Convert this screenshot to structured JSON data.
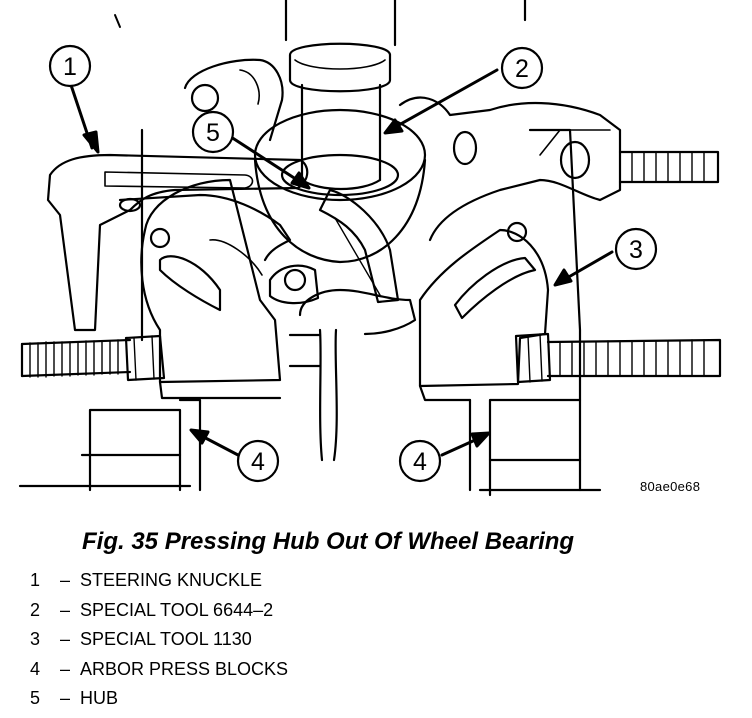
{
  "figure": {
    "reference_code": "80ae0e68",
    "callouts": [
      {
        "id": "1",
        "label": "1"
      },
      {
        "id": "2",
        "label": "2"
      },
      {
        "id": "3",
        "label": "3"
      },
      {
        "id": "4a",
        "label": "4"
      },
      {
        "id": "4b",
        "label": "4"
      },
      {
        "id": "5",
        "label": "5"
      }
    ]
  },
  "caption": "Fig. 35 Pressing Hub Out Of Wheel Bearing",
  "legend": [
    {
      "number": "1",
      "separator": "–",
      "text": "STEERING KNUCKLE"
    },
    {
      "number": "2",
      "separator": "–",
      "text": "SPECIAL TOOL 6644–2"
    },
    {
      "number": "3",
      "separator": "–",
      "text": "SPECIAL TOOL 1130"
    },
    {
      "number": "4",
      "separator": "–",
      "text": "ARBOR PRESS BLOCKS"
    },
    {
      "number": "5",
      "separator": "–",
      "text": "HUB"
    }
  ]
}
